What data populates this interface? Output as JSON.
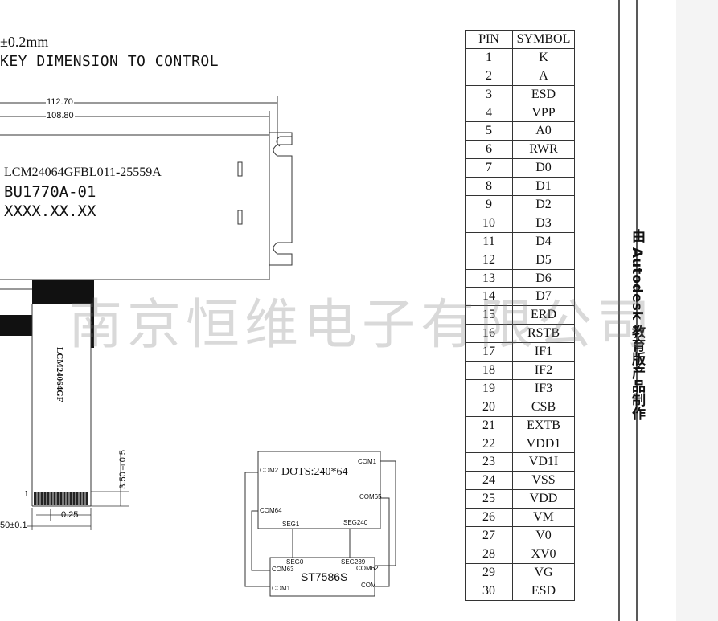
{
  "notes": {
    "tolerance": "±0.2mm",
    "key_dimension": "KEY DIMENSION TO CONTROL"
  },
  "dimensions": {
    "d1": "112.70",
    "d2": "108.80",
    "d3": "3.50±0.5",
    "d4": "0.25",
    "d5": "50±0.1"
  },
  "lcd_labels": {
    "model": "LCM24064GFBL011-25559A",
    "code": "BU1770A-01",
    "date": "XXXX.XX.XX",
    "fpc_label": "LCM24064GF",
    "fpc_pin1": "1"
  },
  "block_diagram": {
    "dots": "DOTS:240*64",
    "driver": "ST7586S",
    "com1_top": "COM1",
    "com2": "COM2",
    "com64": "COM64",
    "com65": "COM65",
    "seg1": "SEG1",
    "seg240": "SEG240",
    "seg0": "SEG0",
    "seg239": "SEG239",
    "com63": "COM63",
    "com1_bot": "COM1",
    "com62": "COM62",
    "com_right": "COM"
  },
  "pin_table": {
    "headers": [
      "PIN",
      "SYMBOL"
    ],
    "rows": [
      [
        "1",
        "K"
      ],
      [
        "2",
        "A"
      ],
      [
        "3",
        "ESD"
      ],
      [
        "4",
        "VPP"
      ],
      [
        "5",
        "A0"
      ],
      [
        "6",
        "RWR"
      ],
      [
        "7",
        "D0"
      ],
      [
        "8",
        "D1"
      ],
      [
        "9",
        "D2"
      ],
      [
        "10",
        "D3"
      ],
      [
        "11",
        "D4"
      ],
      [
        "12",
        "D5"
      ],
      [
        "13",
        "D6"
      ],
      [
        "14",
        "D7"
      ],
      [
        "15",
        "ERD"
      ],
      [
        "16",
        "RSTB"
      ],
      [
        "17",
        "IF1"
      ],
      [
        "18",
        "IF2"
      ],
      [
        "19",
        "IF3"
      ],
      [
        "20",
        "CSB"
      ],
      [
        "21",
        "EXTB"
      ],
      [
        "22",
        "VDD1"
      ],
      [
        "23",
        "VD1I"
      ],
      [
        "24",
        "VSS"
      ],
      [
        "25",
        "VDD"
      ],
      [
        "26",
        "VM"
      ],
      [
        "27",
        "V0"
      ],
      [
        "28",
        "XV0"
      ],
      [
        "29",
        "VG"
      ],
      [
        "30",
        "ESD"
      ]
    ]
  },
  "watermark": "南京恒维电子有限公司",
  "side_text": "由 Autodesk 教育版产品制作"
}
